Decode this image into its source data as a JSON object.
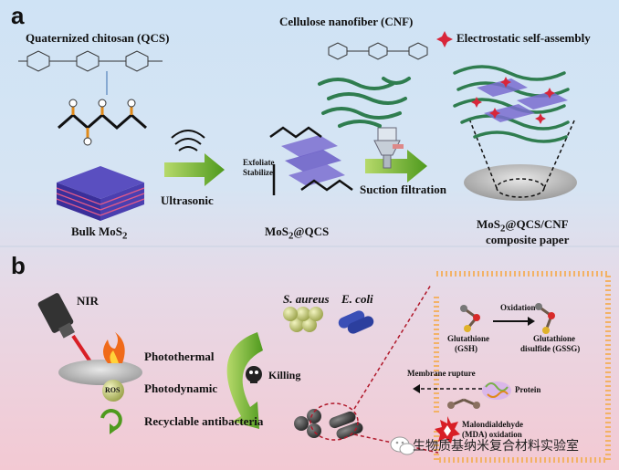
{
  "panel_a": {
    "label": "a",
    "qcs_title": "Quaternized chitosan (QCS)",
    "cnf_title": "Cellulose nanofiber (CNF)",
    "electrostatic_label": "Electrostatic self-assembly",
    "ultrasonic_label": "Ultrasonic",
    "exfoliate_label": "Exfoliate",
    "stabilize_label": "Stabilize",
    "suction_label": "Suction filtration",
    "bulk_label": "Bulk MoS",
    "bulk_sub": "2",
    "mos2qcs_label": "MoS",
    "mos2qcs_sub": "2",
    "mos2qcs_tail": "@QCS",
    "composite_label": "MoS",
    "composite_sub": "2",
    "composite_tail": "@QCS/CNF",
    "composite_line2": "composite paper"
  },
  "panel_b": {
    "label": "b",
    "nir_label": "NIR",
    "photothermal_label": "Photothermal",
    "photodynamic_label": "Photodynamic",
    "ros_label": "ROS",
    "recyclable_label": "Recyclable antibacteria",
    "s_aureus_label": "S. aureus",
    "e_coli_label": "E. coli",
    "killing_label": "Killing",
    "oxidation_label": "Oxidation",
    "gsh_label_1": "Glutathione",
    "gsh_label_2": "(GSH)",
    "gssg_label_1": "Glutathione",
    "gssg_label_2": "disulfide (GSSG)",
    "membrane_label": "Membrane rupture",
    "protein_label": "Protein",
    "mda_label_1": "Malondialdehyde",
    "mda_label_2": "(MDA) oxidation"
  },
  "watermark": "生物质基纳米复合材料实验室"
}
